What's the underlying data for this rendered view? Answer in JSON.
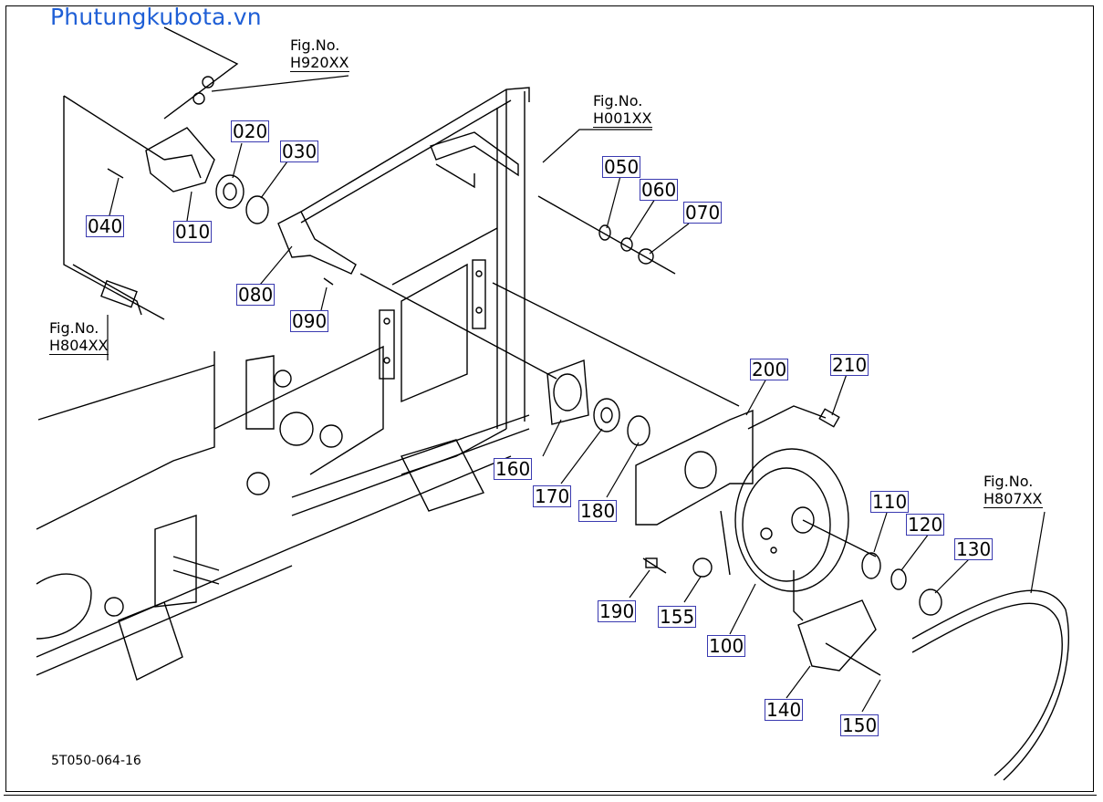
{
  "watermark": "Phutungkubota.vn",
  "drawing_code": "5T050-064-16",
  "fig_refs": [
    {
      "id": "fig1",
      "prefix": "Fig.No.",
      "code": "H920XX"
    },
    {
      "id": "fig2",
      "prefix": "Fig.No.",
      "code": "H001XX"
    },
    {
      "id": "fig3",
      "prefix": "Fig.No.",
      "code": "H804XX"
    },
    {
      "id": "fig4",
      "prefix": "Fig.No.",
      "code": "H807XX"
    }
  ],
  "parts": [
    "010",
    "020",
    "030",
    "040",
    "050",
    "060",
    "070",
    "080",
    "090",
    "100",
    "110",
    "120",
    "130",
    "140",
    "150",
    "155",
    "160",
    "170",
    "180",
    "190",
    "200",
    "210"
  ],
  "colors": {
    "line": "#000000",
    "label_border": "#3a3ab0",
    "watermark": "#1f5fd6"
  }
}
